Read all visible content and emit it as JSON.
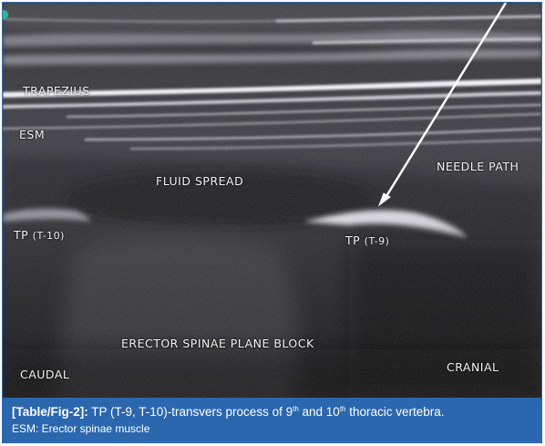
{
  "image": {
    "labels": {
      "trapezius": "TRAPEZIUS",
      "esm": "ESM",
      "fluid_spread": "FLUID SPREAD",
      "needle_path": "NEEDLE PATH",
      "tp_t10_main": "TP",
      "tp_t10_sub": "(T-10)",
      "tp_t9_main": "TP",
      "tp_t9_sub": "(T-9)",
      "block_title": "ERECTOR SPINAE PLANE BLOCK",
      "caudal": "CAUDAL",
      "cranial": "CRANIAL"
    }
  },
  "caption": {
    "tag": "[Table/Fig-2]:",
    "text_a": " TP (T-9, T-10)-transvers process of 9",
    "sup1": "th",
    "text_b": " and 10",
    "sup2": "th",
    "text_c": " thoracic vertebra.",
    "line2": "ESM: Erector spinae muscle"
  },
  "colors": {
    "caption_bg": "#2a67ae",
    "border": "#2e6db4",
    "label_text": "#f2f2f2"
  }
}
